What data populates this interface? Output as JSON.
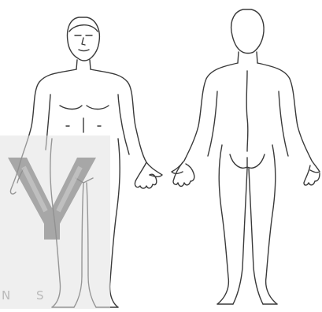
{
  "image": {
    "subject": "body-outline-chart",
    "views": [
      "front-view",
      "back-view"
    ]
  },
  "watermark": {
    "letters": "Y",
    "caption": "N S"
  },
  "colors": {
    "background": "#ffffff",
    "line": "#3a3a3a",
    "watermark_fill": "#e1e1e1",
    "watermark_mark": "#8f8f8f"
  }
}
